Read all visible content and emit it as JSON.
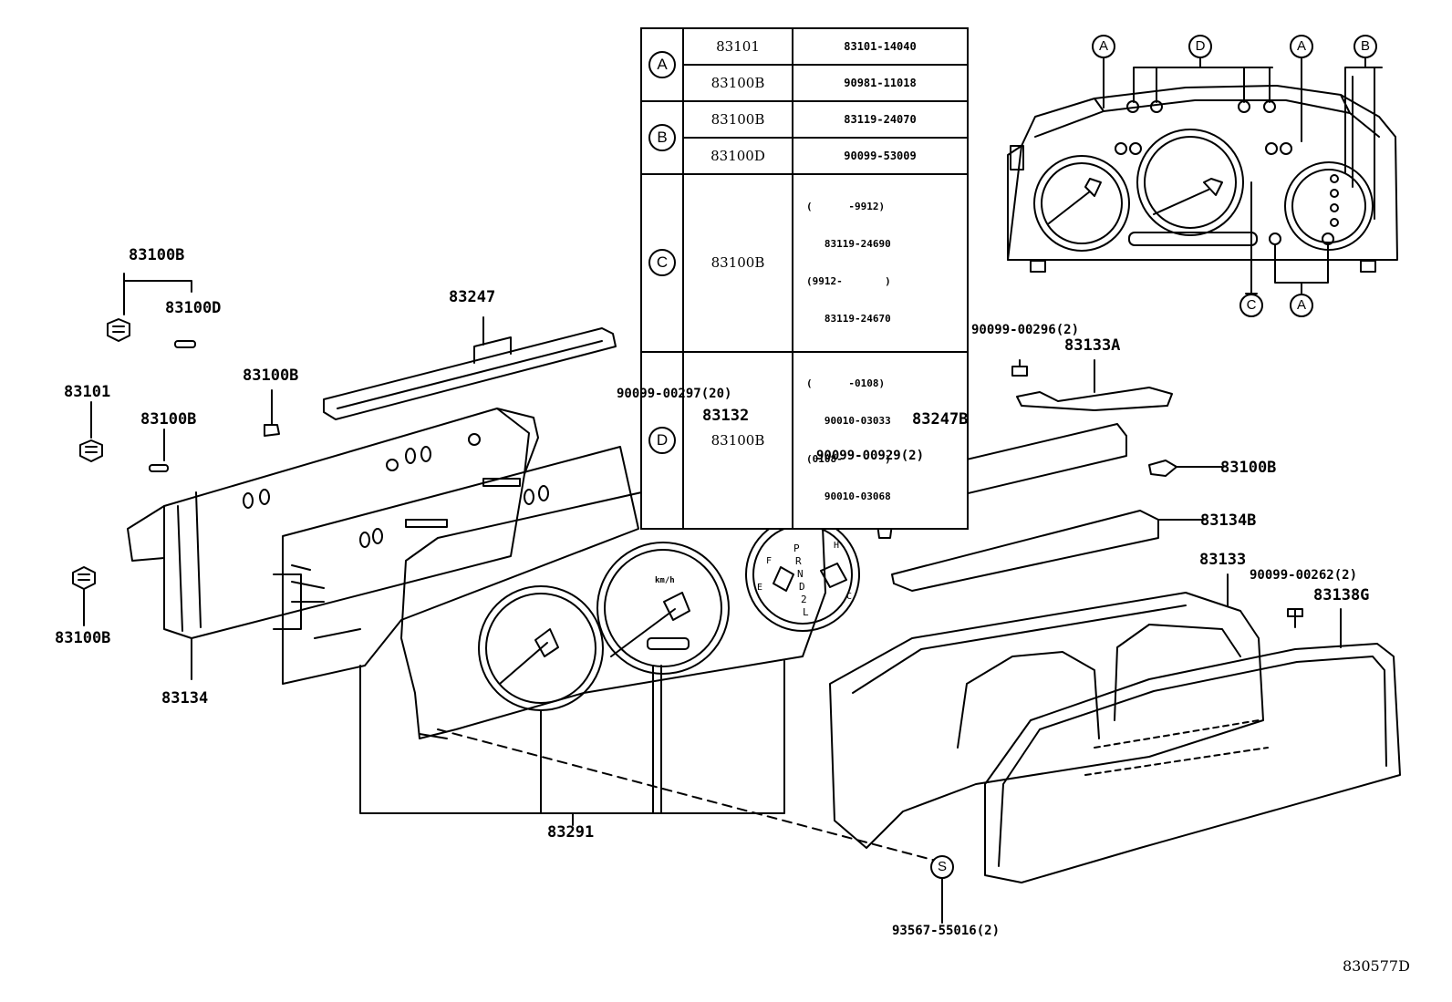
{
  "reference_table": {
    "rows": [
      {
        "key": "A",
        "entries": [
          {
            "part": "83101",
            "subparts": [
              "83101-14040"
            ]
          },
          {
            "part": "83100B",
            "subparts": [
              "90981-11018"
            ]
          }
        ]
      },
      {
        "key": "B",
        "entries": [
          {
            "part": "83100B",
            "subparts": [
              "83119-24070"
            ]
          },
          {
            "part": "83100D",
            "subparts": [
              "90099-53009"
            ]
          }
        ]
      },
      {
        "key": "C",
        "entries": [
          {
            "part": "83100B",
            "subparts": [
              "(      -9912)",
              "   83119-24690",
              "(9912-       )",
              "   83119-24670"
            ]
          }
        ]
      },
      {
        "key": "D",
        "entries": [
          {
            "part": "83100B",
            "subparts": [
              "(      -0108)",
              "   90010-03033",
              "(0108-       )",
              "   90010-03068"
            ]
          }
        ]
      }
    ]
  },
  "callouts": {
    "detail_top": [
      "A",
      "D",
      "A",
      "B"
    ],
    "detail_bottom": [
      "C",
      "A"
    ],
    "sealant": "S"
  },
  "labels": {
    "p83100B_top": "83100B",
    "p83100D": "83100D",
    "p83247": "83247",
    "p83101": "83101",
    "p83100B_left2": "83100B",
    "p83100B_mid": "83100B",
    "p83100B_low": "83100B",
    "p83134": "83134",
    "screw_00297": "90099-00297(20)",
    "p83132": "83132",
    "screw_00296": "90099-00296(2)",
    "p83133A": "83133A",
    "p83247B": "83247B",
    "screw_00929": "90099-00929(2)",
    "p83100B_right": "83100B",
    "p83134B": "83134B",
    "p83133": "83133",
    "screw_00262": "90099-00262(2)",
    "p83138G": "83138G",
    "p83291": "83291",
    "screw_55016": "93567-55016(2)",
    "diagram_code": "830577D"
  },
  "gauge_text": {
    "speed_unit": "km/h",
    "shift_letters": [
      "P",
      "R",
      "N",
      "D",
      "2",
      "L"
    ],
    "fuel_f": "F",
    "fuel_e": "E",
    "temp_h": "H",
    "temp_c": "C"
  }
}
